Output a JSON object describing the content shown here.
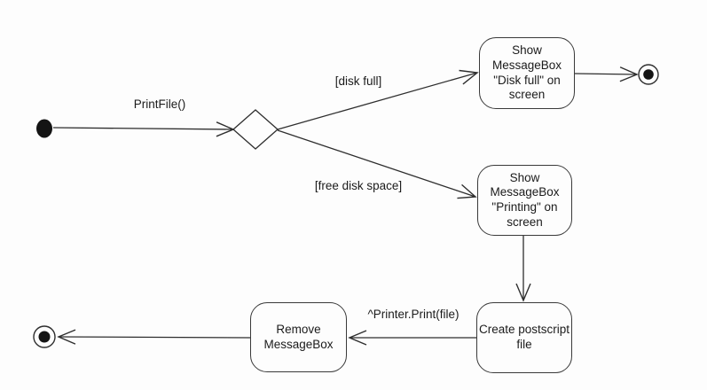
{
  "diagram": {
    "kind": "uml-activity-diagram",
    "background_color": "#fdfdfd",
    "line_color": "#2e2e2e",
    "text_color": "#1b1b1b"
  },
  "nodes": {
    "show_disk_full": {
      "label": "Show\nMessageBox\n\"Disk full\" on\nscreen"
    },
    "show_printing": {
      "label": "Show\nMessageBox\n\"Printing\" on\nscreen"
    },
    "create_postscript": {
      "label": "Create postscript\nfile"
    },
    "remove_messagebox": {
      "label": "Remove\nMessageBox"
    }
  },
  "edge_labels": {
    "print_file": "PrintFile()",
    "disk_full": "[disk full]",
    "free_disk_space": "[free disk space]",
    "printer_print": "^Printer.Print(file)"
  }
}
